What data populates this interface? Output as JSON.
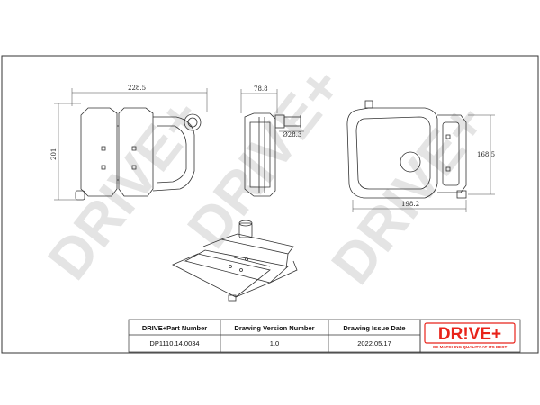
{
  "watermark": {
    "text": "DRIVE+"
  },
  "dimensions": {
    "width_front": "228.5",
    "height_front": "201",
    "width_side": "78.8",
    "outlet_dia": "Ø28.3",
    "height_right": "168.5",
    "width_right": "198.2"
  },
  "title_block": {
    "headers": [
      "DRIVE+Part Number",
      "Drawing Version Number",
      "Drawing Issue Date"
    ],
    "values": [
      "DP1110.14.0034",
      "1.0",
      "2022.05.17"
    ]
  },
  "logo": {
    "brand": "DR!VE+",
    "tagline": "OE MATCHING QUALITY AT ITS BEST",
    "color": "#e8231a"
  }
}
